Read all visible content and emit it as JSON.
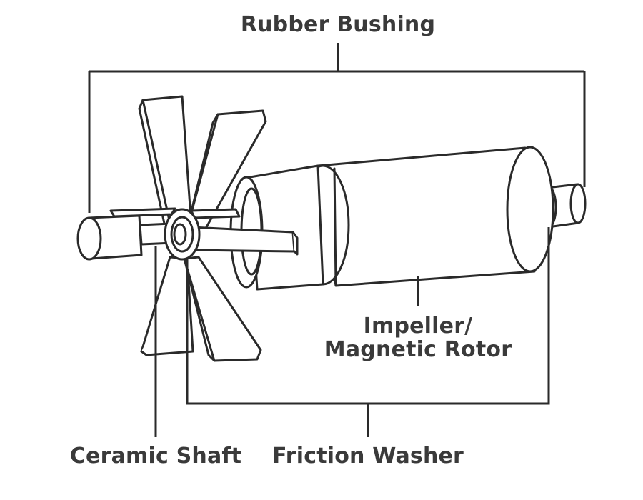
{
  "labels": {
    "rubber_bushing": "Rubber Bushing",
    "impeller_line1": "Impeller/",
    "impeller_line2": "Magnetic Rotor",
    "ceramic_shaft": "Ceramic Shaft",
    "friction_washer": "Friction Washer"
  },
  "colors": {
    "stroke": "#2a2a2a",
    "text": "#3a3a3a",
    "background": "#ffffff"
  }
}
